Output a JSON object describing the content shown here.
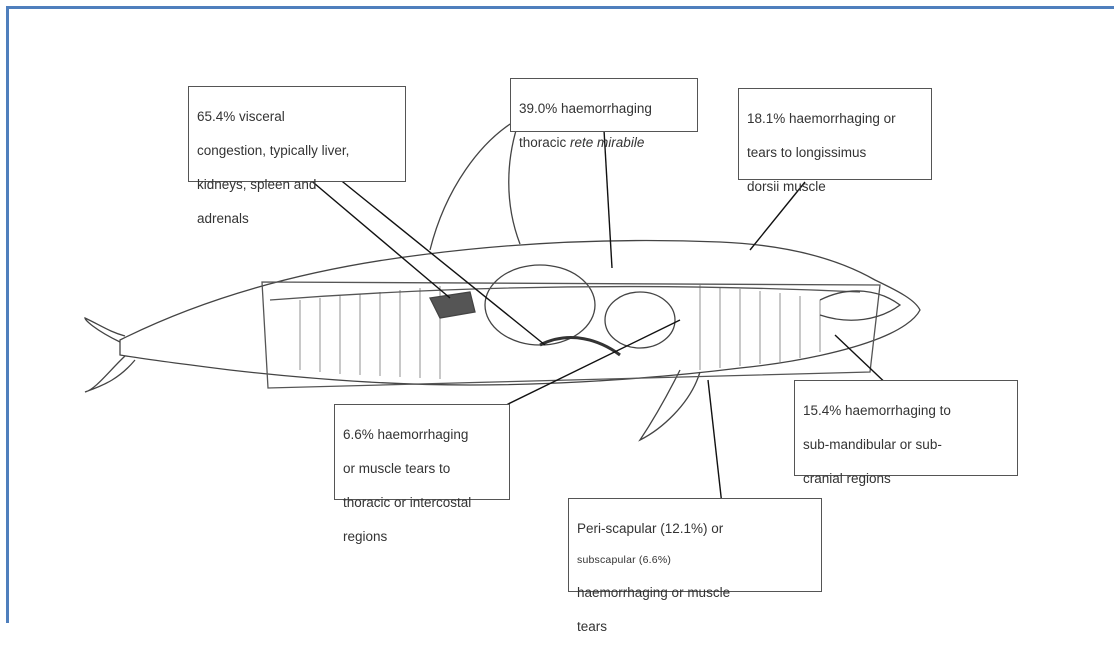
{
  "frame": {
    "border_color": "#4f7fbd"
  },
  "labels": {
    "viscera": {
      "line1": "65.4% visceral",
      "line2": "congestion, typically liver,",
      "line3": "kidneys, spleen and",
      "line4": "adrenals"
    },
    "rete": {
      "line1": "39.0% haemorrhaging",
      "line2_prefix": "thoracic",
      "line2_italic": "rete mirabile"
    },
    "longissimus": {
      "line1": "18.1% haemorrhaging or",
      "line2": "tears to longissimus",
      "line3": "dorsii muscle"
    },
    "thoracic": {
      "line1": "6.6% haemorrhaging",
      "line2": "or muscle tears to",
      "line3": "thoracic or intercostal",
      "line4": "regions"
    },
    "mandibular": {
      "line1": "15.4% haemorrhaging to",
      "line2": "sub-mandibular or sub-",
      "line3": "cranial regions"
    },
    "scapular": {
      "line1": "Peri-scapular (12.1%) or",
      "line2": "subscapular (6.6%)",
      "line3": "haemorrhaging or muscle",
      "line4": "tears"
    }
  }
}
